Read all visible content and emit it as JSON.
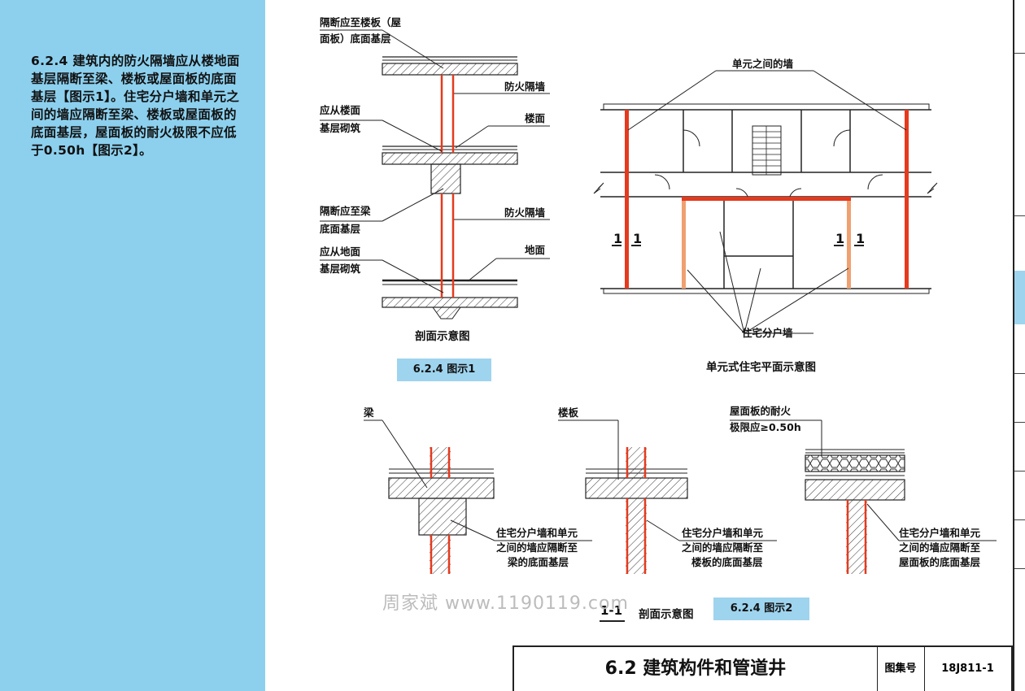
{
  "sidebar": {
    "text": "6.2.4  建筑内的防火隔墙应从楼地面基层隔断至梁、楼板或屋面板的底面基层【图示1】。住宅分户墙和单元之间的墙应隔断至梁、楼板或屋面板的底面基层，屋面板的耐火极限不应低于0.50h【图示2】。"
  },
  "section1": {
    "label_top": "隔断应至楼板（屋",
    "label_top2": "面板）底面基层",
    "label_fire_wall_1": "防火隔墙",
    "label_from_floor": "应从楼面",
    "label_from_floor2": "基层砌筑",
    "label_floor": "楼面",
    "label_to_beam": "隔断应至梁",
    "label_to_beam2": "底面基层",
    "label_fire_wall_2": "防火隔墙",
    "label_from_ground": "应从地面",
    "label_from_ground2": "基层砌筑",
    "label_ground": "地面",
    "caption": "剖面示意图",
    "badge": "6.2.4 图示1"
  },
  "plan": {
    "label_unit_wall": "单元之间的墙",
    "label_household_wall": "住宅分户墙",
    "section_mark_left_a": "1",
    "section_mark_left_b": "1",
    "section_mark_right_a": "1",
    "section_mark_right_b": "1",
    "caption": "单元式住宅平面示意图"
  },
  "section2": {
    "label_beam": "梁",
    "label_slab": "楼板",
    "label_roof_a": "屋面板的耐火",
    "label_roof_b": "极限应≥0.50h",
    "desc1_a": "住宅分户墙和单元",
    "desc1_b": "之间的墙应隔断至",
    "desc1_c": "梁的底面基层",
    "desc2_a": "住宅分户墙和单元",
    "desc2_b": "之间的墙应隔断至",
    "desc2_c": "楼板的底面基层",
    "desc3_a": "住宅分户墙和单元",
    "desc3_b": "之间的墙应隔断至",
    "desc3_c": "屋面板的底面基层",
    "caption_mark": "1-1",
    "caption": "剖面示意图",
    "badge": "6.2.4 图示2"
  },
  "watermark": "周家斌  www.1190119.com",
  "title_block": {
    "title": "6.2 建筑构件和管道井",
    "atlas_label": "图集号",
    "atlas_number": "18J811-1"
  },
  "colors": {
    "sidebar_bg": "#8cd0ee",
    "badge_bg": "#9fd4ee",
    "fire_wall_red": "#e53a1e",
    "household_wall_orange": "#f0a070"
  }
}
